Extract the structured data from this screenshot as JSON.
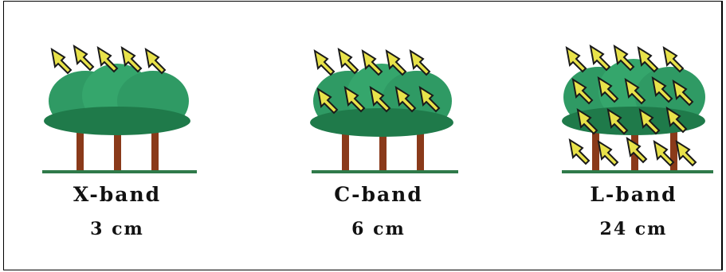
{
  "bands": [
    {
      "name": "X-band",
      "wavelength": "3 cm"
    },
    {
      "name": "C-band",
      "wavelength": "6 cm"
    },
    {
      "name": "L-band",
      "wavelength": "24 cm"
    }
  ],
  "colors": {
    "canopy": "#2f9a64",
    "canopy_dark": "#1f7a4a",
    "trunk": "#8a3a1a",
    "ground": "#2f7a4a",
    "arrow_fill": "#e8e24a",
    "arrow_stroke": "#1a1a1a"
  },
  "icons": {
    "arrow": "radar-arrow-icon",
    "tree": "tree-icon"
  }
}
